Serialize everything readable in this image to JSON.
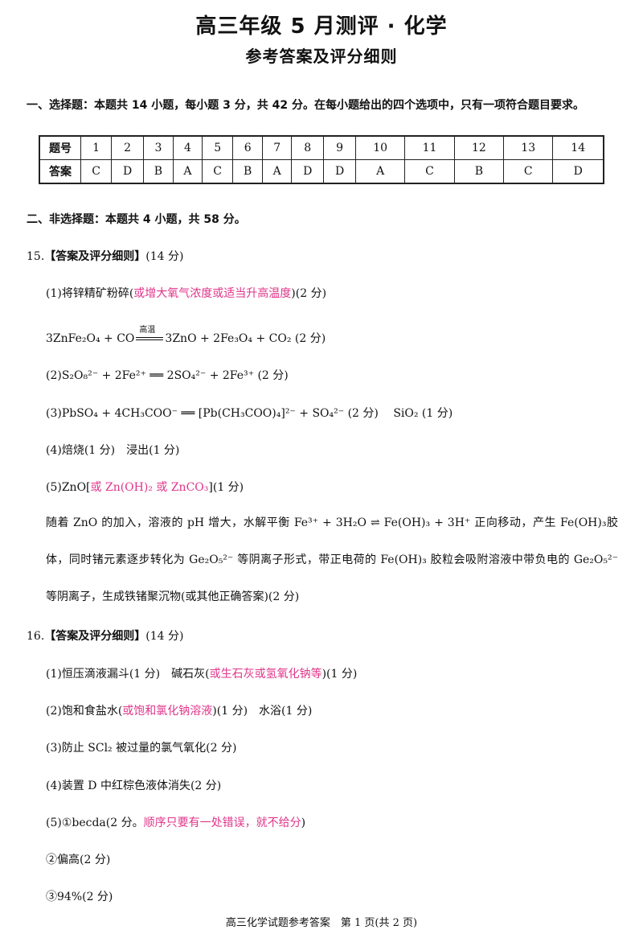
{
  "header": {
    "title": "高三年级 5 月测评 · 化学",
    "subtitle": "参考答案及评分细则"
  },
  "section1": {
    "heading": "一、选择题：本题共 14 小题，每小题 3 分，共 42 分。在每小题给出的四个选项中，只有一项符合题目要求。",
    "row_label_num": "题号",
    "row_label_ans": "答案",
    "numbers": [
      "1",
      "2",
      "3",
      "4",
      "5",
      "6",
      "7",
      "8",
      "9",
      "10",
      "11",
      "12",
      "13",
      "14"
    ],
    "answers": [
      "C",
      "D",
      "B",
      "A",
      "C",
      "B",
      "A",
      "D",
      "D",
      "A",
      "C",
      "B",
      "C",
      "D"
    ]
  },
  "section2": {
    "heading": "二、非选择题：本题共 4 小题，共 58 分。"
  },
  "q15": {
    "num": "15.",
    "tag": "【答案及评分细则】",
    "score": "(14 分)",
    "l1_a": "(1)将锌精矿粉碎(",
    "l1_pink": "或增大氧气浓度或适当升高温度",
    "l1_b": ")(2 分)",
    "l2_cond": "高温",
    "l2_left": "3ZnFe₂O₄ + CO",
    "l2_right": "3ZnO + 2Fe₃O₄ + CO₂ (2 分)",
    "l3": "(2)S₂O₈²⁻ + 2Fe²⁺ ══ 2SO₄²⁻ + 2Fe³⁺ (2 分)",
    "l4": "(3)PbSO₄ + 4CH₃COO⁻ ══ [Pb(CH₃COO)₄]²⁻ + SO₄²⁻ (2 分)　 SiO₂ (1 分)",
    "l5": "(4)焙烧(1 分)　浸出(1 分)",
    "l6_a": "(5)ZnO[",
    "l6_pink": "或 Zn(OH)₂ 或 ZnCO₃",
    "l6_b": "](1 分)",
    "para": "随着 ZnO 的加入，溶液的 pH 增大，水解平衡 Fe³⁺ + 3H₂O ⇌ Fe(OH)₃ + 3H⁺ 正向移动，产生 Fe(OH)₃胶体，同时锗元素逐步转化为 Ge₂O₅²⁻ 等阴离子形式，带正电荷的 Fe(OH)₃ 胶粒会吸附溶液中带负电的 Ge₂O₅²⁻ 等阴离子，生成铁锗聚沉物(或其他正确答案)(2 分)"
  },
  "q16": {
    "num": "16.",
    "tag": "【答案及评分细则】",
    "score": "(14 分)",
    "l1_a": "(1)恒压滴液漏斗(1 分)　碱石灰(",
    "l1_pink": "或生石灰或氢氧化钠等",
    "l1_b": ")(1 分)",
    "l2_a": "(2)饱和食盐水(",
    "l2_pink": "或饱和氯化钠溶液",
    "l2_b": ")(1 分)　水浴(1 分)",
    "l3": "(3)防止 SCl₂ 被过量的氯气氧化(2 分)",
    "l4": "(4)装置 D 中红棕色液体消失(2 分)",
    "l5_a": "(5)①becda(2 分。",
    "l5_pink": "顺序只要有一处错误，就不给分",
    "l5_b": ")",
    "l6": "②偏高(2 分)",
    "l7": "③94%(2 分)"
  },
  "footer": {
    "text": "高三化学试题参考答案　第 1 页(共 2 页)"
  }
}
